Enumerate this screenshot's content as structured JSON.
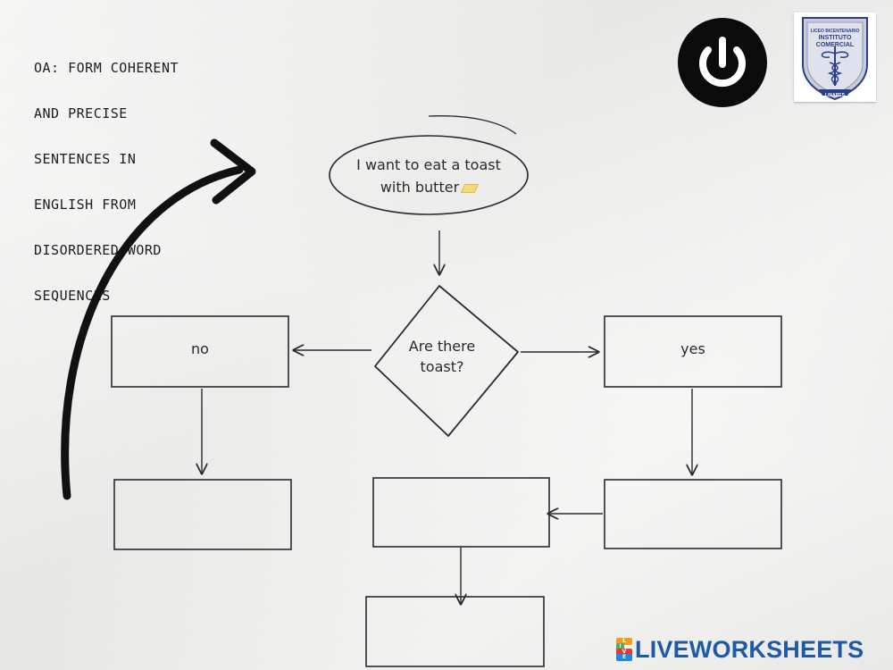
{
  "objective": {
    "lines": [
      "OA: FORM COHERENT",
      "AND PRECISE",
      "SENTENCES IN",
      "ENGLISH FROM",
      "DISORDERED WORD",
      "SEQUENCES"
    ]
  },
  "flowchart": {
    "start": {
      "line1": "I want to eat a toast",
      "line2": "with butter"
    },
    "decision": {
      "line1": "Are there",
      "line2": "toast?"
    },
    "no_box": {
      "label": "no"
    },
    "yes_box": {
      "label": "yes"
    },
    "empty_boxes": [
      "",
      "",
      "",
      ""
    ]
  },
  "logos": {
    "power_icon": "power-icon",
    "crest": {
      "top": "LICEO BICENTENARIO",
      "line1": "INSTITUTO",
      "line2": "COMERCIAL",
      "bottom": "LINARES"
    }
  },
  "brand": {
    "text": "LIVEWORKSHEETS",
    "badge": [
      "L",
      "I",
      "V",
      "E"
    ]
  },
  "colors": {
    "ink": "#1e1e1e",
    "brand_blue": "#1f5aa6",
    "crest_blue": "#2a3f8a"
  }
}
